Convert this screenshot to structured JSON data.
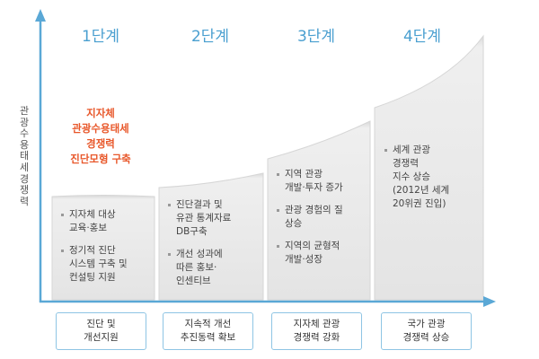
{
  "y_axis_label": "관광 수용태세 경쟁력",
  "stages": [
    "1단계",
    "2단계",
    "3단계",
    "4단계"
  ],
  "highlight": [
    "지자체",
    "관광수용태세",
    "경쟁력",
    "진단모형 구축"
  ],
  "blocks": [
    {
      "items": [
        [
          "지자체 대상",
          "교육·홍보"
        ],
        [
          "정기적 진단",
          "시스템 구축 및",
          "컨설팅 지원"
        ]
      ]
    },
    {
      "items": [
        [
          "진단결과 및",
          "유관 통계자료",
          "DB구축"
        ],
        [
          "개선 성과에",
          "따른 홍보·",
          "인센티브"
        ]
      ]
    },
    {
      "items": [
        [
          "지역 관광",
          "개발·투자 증가"
        ],
        [
          "관광 경험의 질",
          "상승"
        ],
        [
          "지역의 균형적",
          "개발·성장"
        ]
      ]
    },
    {
      "items": [
        [
          "세계 관광",
          "경쟁력",
          "지수 상승",
          "(2012년 세계",
          "20위권 진입)"
        ]
      ]
    }
  ],
  "bottom_labels": [
    [
      "진단 및",
      "개선지원"
    ],
    [
      "지속적 개선",
      "추진동력 확보"
    ],
    [
      "지자체 관광",
      "경쟁력 강화"
    ],
    [
      "국가 관광",
      "경쟁력 상승"
    ]
  ],
  "colors": {
    "axis": "#5aa8d6",
    "stage_text": "#4a9fd0",
    "highlight": "#e8572a",
    "block_fill": "#e6e6e6"
  }
}
